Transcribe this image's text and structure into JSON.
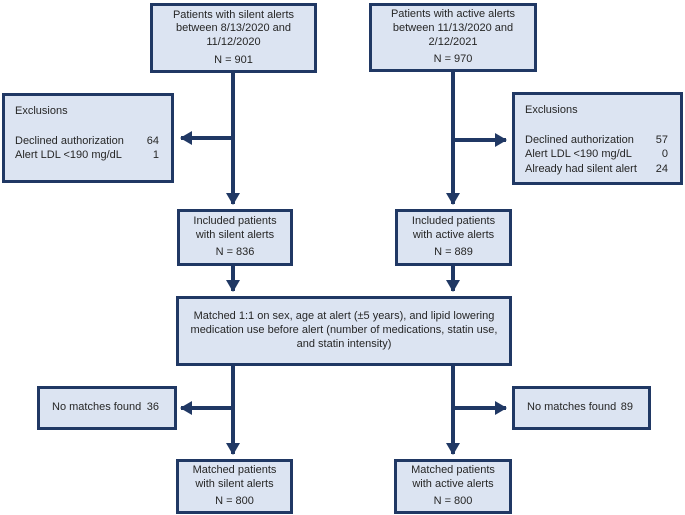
{
  "colors": {
    "box_fill": "#dce4f2",
    "box_border": "#203864",
    "arrow": "#203864",
    "text": "#262626"
  },
  "boxes": {
    "top_silent": {
      "text": "Patients with silent alerts\nbetween 8/13/2020 and\n11/12/2020",
      "n": "N = 901"
    },
    "top_active": {
      "text": "Patients with active alerts\nbetween 11/13/2020 and\n2/12/2021",
      "n": "N = 970"
    },
    "exclusions_silent": {
      "title": "Exclusions",
      "rows": [
        {
          "label": "Declined authorization",
          "value": "64"
        },
        {
          "label": "Alert LDL <190 mg/dL",
          "value": "1"
        }
      ]
    },
    "exclusions_active": {
      "title": "Exclusions",
      "rows": [
        {
          "label": "Declined authorization",
          "value": "57"
        },
        {
          "label": "Alert LDL <190 mg/dL",
          "value": "0"
        },
        {
          "label": "Already had silent alert",
          "value": "24"
        }
      ]
    },
    "included_silent": {
      "text": "Included patients\nwith silent alerts",
      "n": "N = 836"
    },
    "included_active": {
      "text": "Included patients\nwith active alerts",
      "n": "N = 889"
    },
    "matching": {
      "text": "Matched 1:1 on sex, age at alert (±5 years), and lipid lowering medication use before alert (number of medications, statin use, and statin intensity)"
    },
    "no_match_silent": {
      "label": "No matches found",
      "value": "36"
    },
    "no_match_active": {
      "label": "No matches found",
      "value": "89"
    },
    "matched_silent": {
      "text": "Matched patients\nwith silent alerts",
      "n": "N = 800"
    },
    "matched_active": {
      "text": "Matched patients\nwith active alerts",
      "n": "N = 800"
    }
  }
}
